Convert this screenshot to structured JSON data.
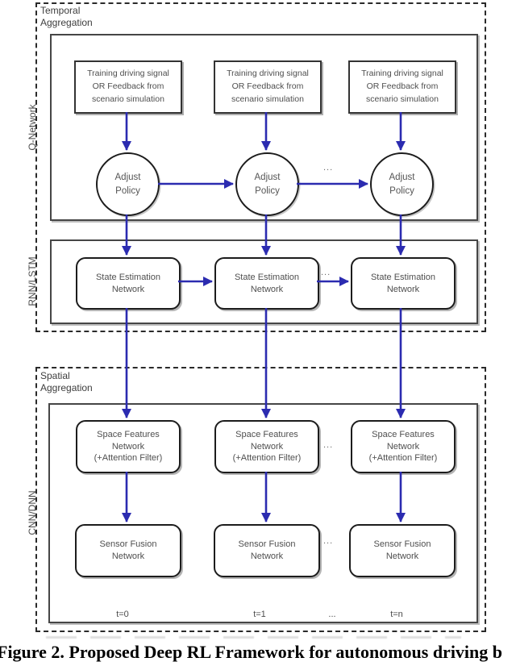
{
  "colors": {
    "arrow": "#2b2bb0",
    "box_border": "#464646",
    "node_border": "#1c1c1c",
    "text": "#4f4f4f"
  },
  "groups": {
    "temporal_label": "Temporal\nAggregation",
    "spatial_label": "Spatial\nAggregation"
  },
  "row_labels": {
    "q_network": "Q-Network",
    "rnn_lstm": "RNN/LSTM",
    "cnn_dnn": "CNN/DNN"
  },
  "nodes": {
    "training": "Training driving signal\nOR Feedback from\nscenario simulation",
    "adjust_policy": "Adjust\nPolicy",
    "state_estimation": "State Estimation\nNetwork",
    "space_features": "Space Features\nNetwork\n(+Attention Filter)",
    "sensor_fusion": "Sensor Fusion\nNetwork"
  },
  "ellipsis": "...",
  "time_labels": [
    "t=0",
    "t=1",
    "...",
    "t=n"
  ],
  "caption": "Figure 2.  Proposed Deep RL Framework for autonomous driving b"
}
